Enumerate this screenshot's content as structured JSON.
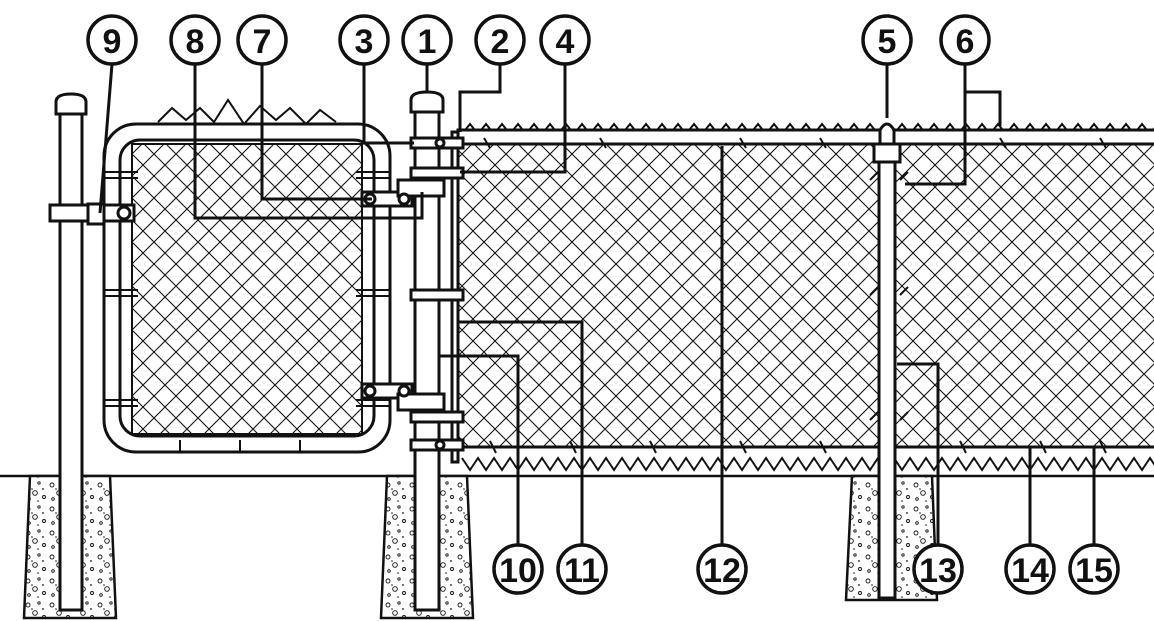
{
  "diagram": {
    "callouts": [
      "1",
      "2",
      "3",
      "4",
      "5",
      "6",
      "7",
      "8",
      "9",
      "10",
      "11",
      "12",
      "13",
      "14",
      "15"
    ]
  },
  "colors": {
    "ink": "#111111",
    "paper": "#ffffff"
  }
}
